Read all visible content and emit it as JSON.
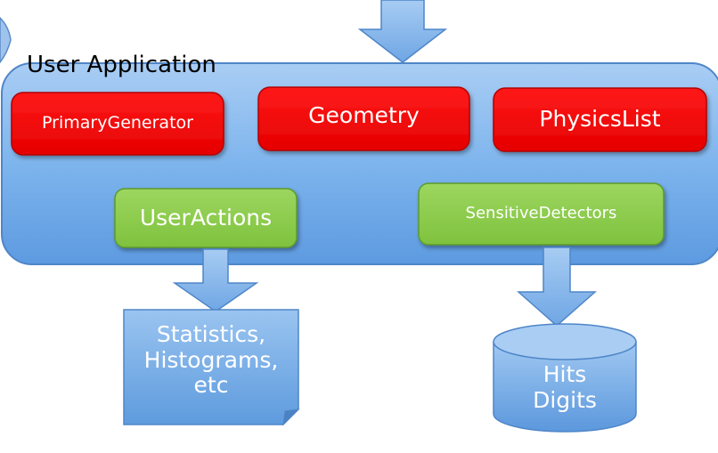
{
  "app": {
    "title": "User Application"
  },
  "modules": {
    "primary_generator": "PrimaryGenerator",
    "geometry": "Geometry",
    "physics_list": "PhysicsList",
    "user_actions": "UserActions",
    "sensitive_detectors": "SensitiveDetectors"
  },
  "outputs": {
    "statistics": [
      "Statistics,",
      "Histograms,",
      "etc"
    ],
    "hits": [
      "Hits",
      "Digits"
    ]
  },
  "colors": {
    "panel": "#6FA8E8",
    "red_box": "#FF0000",
    "green_box": "#8FD14F",
    "arrow": "#7EB4EA",
    "output": "#7AAFE6"
  }
}
